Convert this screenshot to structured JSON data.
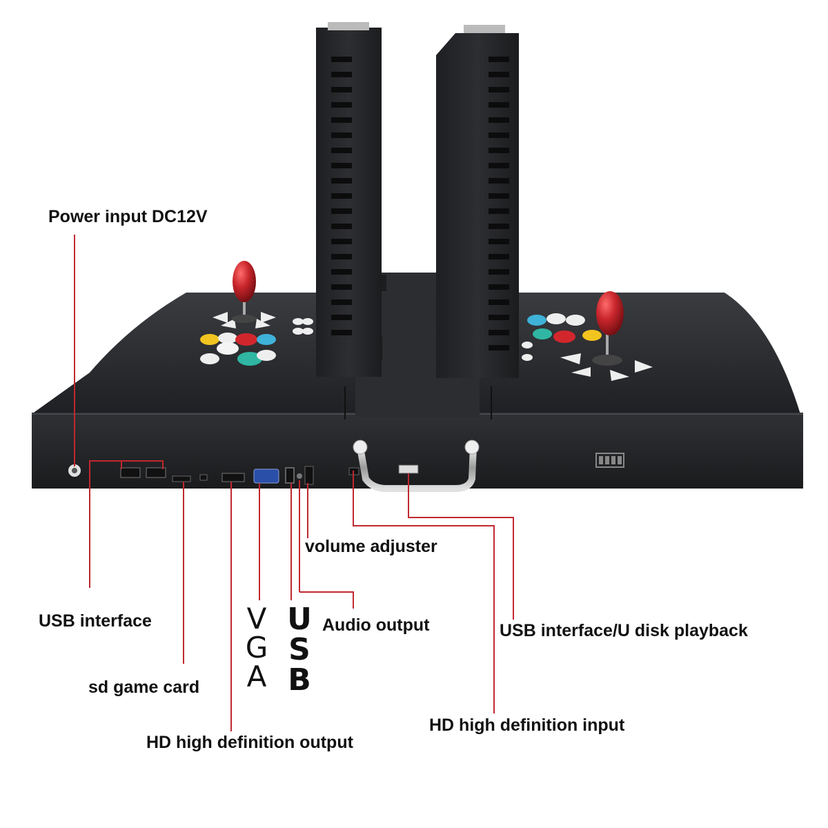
{
  "labels": {
    "power": "Power input DC12V",
    "usb_interface": "USB interface",
    "sd_card": "sd game card",
    "hd_output": "HD high definition output",
    "volume": "volume adjuster",
    "audio": "Audio output",
    "usb_udisk": "USB interface/U disk playback",
    "hd_input": "HD high definition input"
  },
  "vertical_labels": {
    "vga": [
      "V",
      "G",
      "A"
    ],
    "usb": [
      "U",
      "S",
      "B"
    ]
  },
  "colors": {
    "leader_line": "#c0282f",
    "body": "#2a2c2f",
    "joystick_ball": "#c8262c"
  }
}
